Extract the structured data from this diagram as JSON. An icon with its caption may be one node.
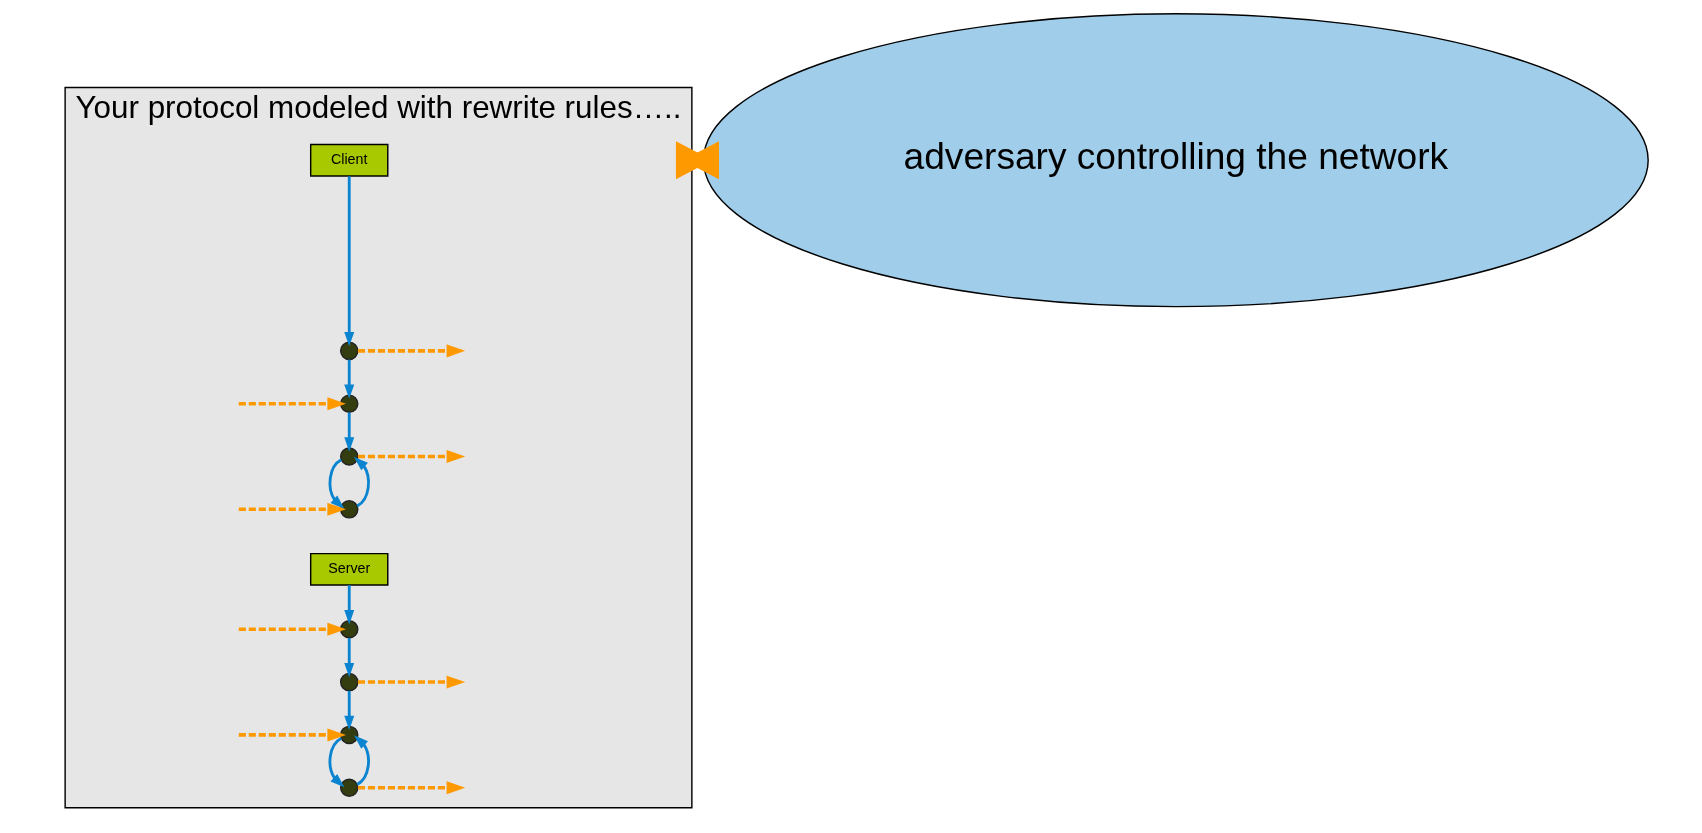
{
  "diagram": {
    "nodes": [
      {
        "text": [
          "Your protocol modeled with rewrite rules….."
        ]
      },
      {
        "text": [
          "Client"
        ],
        "in": 0
      },
      {
        "text": [],
        "shape": "circle",
        "in": 0
      },
      {
        "text": [],
        "shape": "circle",
        "in": 0
      },
      {
        "text": [],
        "shape": "circle",
        "in": 0
      },
      {
        "text": [],
        "shape": "circle",
        "in": 0
      },
      {
        "text": [
          "Server"
        ],
        "in": 0
      },
      {
        "text": [],
        "shape": "circle",
        "in": 0
      },
      {
        "text": [],
        "shape": "circle",
        "in": 0
      },
      {
        "text": [],
        "shape": "circle",
        "in": 0
      },
      {
        "text": [],
        "shape": "circle",
        "in": 0
      },
      {
        "text": [
          "adversary controlling the network"
        ]
      }
    ],
    "edges": [
      {
        "from": 1,
        "to": 2,
        "arrow": "to",
        "color": "#0a84d0"
      },
      {
        "from": 2,
        "to": 3,
        "arrow": "to",
        "color": "#0a84d0"
      },
      {
        "from": 3,
        "to": 4,
        "arrow": "to",
        "color": "#0a84d0"
      },
      {
        "from": 4,
        "to": 5,
        "arrow": "to",
        "color": "#0a84d0"
      },
      {
        "from": 5,
        "to": 4,
        "arrow": "to",
        "color": "#0a84d0"
      },
      {
        "from": 2,
        "to": null,
        "arrow": "to",
        "style": "dashed",
        "color": "#ff9900"
      },
      {
        "from": null,
        "to": 3,
        "arrow": "to",
        "style": "dashed",
        "color": "#ff9900"
      },
      {
        "from": 4,
        "to": null,
        "arrow": "to",
        "style": "dashed",
        "color": "#ff9900"
      },
      {
        "from": null,
        "to": 5,
        "arrow": "to",
        "style": "dashed",
        "color": "#ff9900"
      },
      {
        "from": 6,
        "to": 7,
        "arrow": "to",
        "color": "#0a84d0"
      },
      {
        "from": 7,
        "to": 8,
        "arrow": "to",
        "color": "#0a84d0"
      },
      {
        "from": 8,
        "to": 9,
        "arrow": "to",
        "color": "#0a84d0"
      },
      {
        "from": 9,
        "to": 10,
        "arrow": "to",
        "color": "#0a84d0"
      },
      {
        "from": 10,
        "to": 9,
        "arrow": "to",
        "color": "#0a84d0"
      },
      {
        "from": null,
        "to": 7,
        "arrow": "to",
        "style": "dashed",
        "color": "#ff9900"
      },
      {
        "from": 8,
        "to": null,
        "arrow": "to",
        "style": "dashed",
        "color": "#ff9900"
      },
      {
        "from": null,
        "to": 9,
        "arrow": "to",
        "style": "dashed",
        "color": "#ff9900"
      },
      {
        "from": 10,
        "to": null,
        "arrow": "to",
        "style": "dashed",
        "color": "#ff9900"
      },
      {
        "from": 0,
        "to": 11,
        "arrow": "to",
        "style": "thick",
        "color": "#ff9900"
      },
      {
        "from": 11,
        "to": 0,
        "arrow": "to",
        "style": "thick",
        "color": "#ff9900"
      }
    ]
  }
}
